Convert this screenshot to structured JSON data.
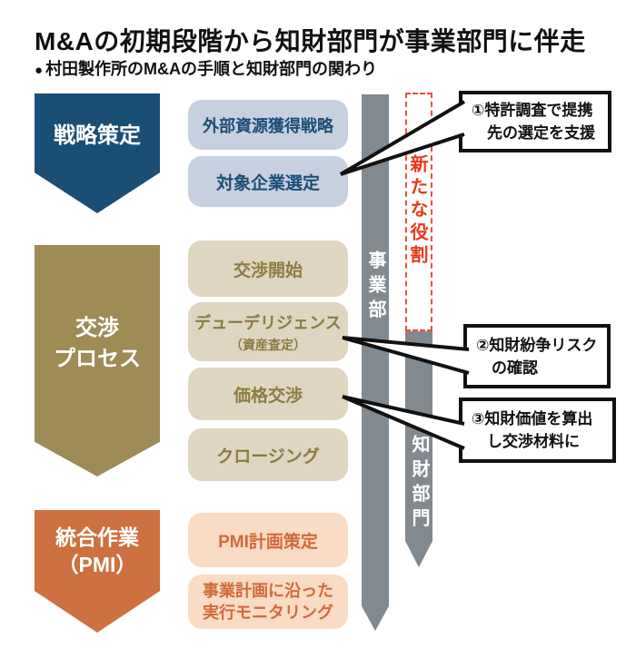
{
  "header": {
    "title": "M&Aの初期段階から知財部門が事業部門に伴走",
    "bullet": "●",
    "subtitle": "村田製作所のM&Aの手順と知財部門の関わり"
  },
  "stages": [
    {
      "line1": "戦略策定",
      "color": "#1b4e75"
    },
    {
      "line1": "交渉",
      "line2": "プロセス",
      "color": "#9e8b55"
    },
    {
      "line1": "統合作業",
      "line2": "（PMI）",
      "color": "#cd7140"
    }
  ],
  "process_boxes": {
    "strategy": [
      {
        "line1": "外部資源獲得戦略"
      },
      {
        "line1": "対象企業選定"
      }
    ],
    "negotiation": [
      {
        "line1": "交渉開始"
      },
      {
        "line1": "デューデリジェンス",
        "line2": "（資産査定）"
      },
      {
        "line1": "価格交渉"
      },
      {
        "line1": "クロージング"
      }
    ],
    "pmi": [
      {
        "line1": "PMI計画策定"
      },
      {
        "line1": "事業計画に沿った",
        "line2": "実行モニタリング"
      }
    ]
  },
  "tracks": {
    "business": {
      "label": "事業部"
    },
    "ip": {
      "label": "知財部門"
    },
    "new_role": {
      "label": "新たな役割"
    }
  },
  "callouts": [
    {
      "line1": "①特許調査で提携",
      "line2": "先の選定を支援"
    },
    {
      "line1": "②知財紛争リスク",
      "line2": "の確認"
    },
    {
      "line1": "③知財価値を算出",
      "line2": "し交渉材料に"
    }
  ],
  "palette": {
    "navy": "#1b4e75",
    "olive": "#9e8b55",
    "orange": "#cd7140",
    "box_blue": "#c7d0e0",
    "box_beige": "#ded6c0",
    "box_peach": "#f9dcc3",
    "bar_gray": "#828a90",
    "dashed_red": "#f04e3c",
    "accent_red": "#e8391d",
    "text_olive": "#8d7b42",
    "text_orange": "#d2693a"
  }
}
